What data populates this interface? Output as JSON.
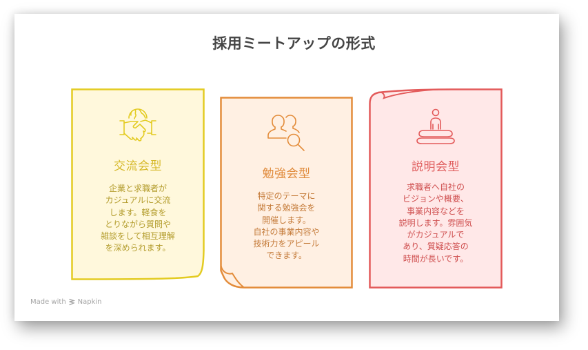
{
  "title": "採用ミートアップの形式",
  "colors": {
    "yellow_fill": "#fff8dc",
    "yellow_stroke": "#e3cb21",
    "orange_fill": "#fff0e3",
    "orange_stroke": "#e38c3a",
    "red_fill": "#ffe8e8",
    "red_stroke": "#e35a5a",
    "title": "#454545"
  },
  "cards": [
    {
      "icon": "handshake-globe-icon",
      "heading": "交流会型",
      "body": "企業と求職者が\nカジュアルに交流\nします。軽食を\nとりながら質問や\n雑談をして相互理解\nを深められます。"
    },
    {
      "icon": "people-search-icon",
      "heading": "勉強会型",
      "body": "特定のテーマに\n関する勉強会を\n開催します。\n自社の事業内容や\n技術力をアピール\nできます。"
    },
    {
      "icon": "presenter-podium-icon",
      "heading": "説明会型",
      "body": "求職者へ自社の\nビジョンや概要、\n事業内容などを\n説明します。雰囲気\nがカジュアルで\nあり、質疑応答の\n時間が長いです。"
    }
  ],
  "footer": {
    "prefix": "Made with",
    "brand": "Napkin",
    "logo_icon": "napkin-logo-icon"
  }
}
